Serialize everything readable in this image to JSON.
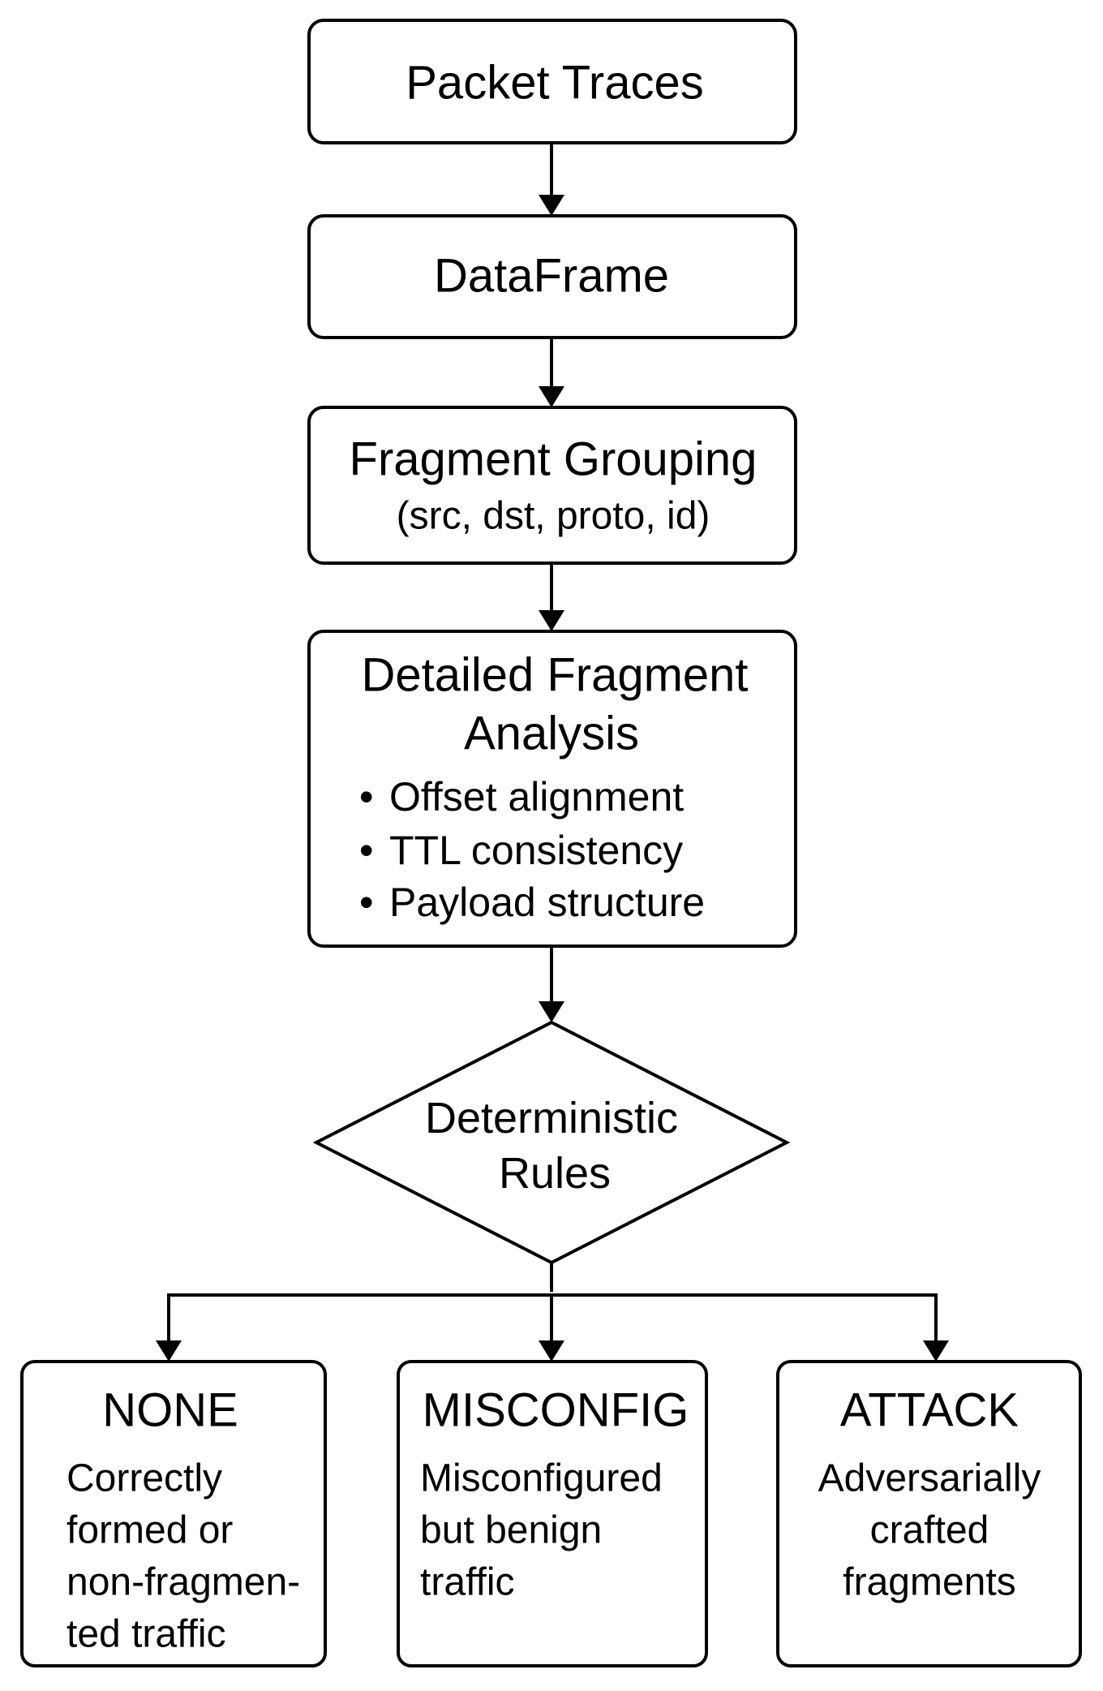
{
  "nodes": {
    "packet_traces": {
      "label": "Packet Traces"
    },
    "dataframe": {
      "label": "DataFrame"
    },
    "fragment_grouping": {
      "label": "Fragment Grouping",
      "sublabel": "(src, dst, proto, id)"
    },
    "fragment_analysis": {
      "label_lines": [
        "Detailed Fragment",
        "Analysis"
      ],
      "bullet_symbol": "•",
      "bullets": [
        "Offset alignment",
        "TTL consistency",
        "Payload structure"
      ]
    },
    "rules": {
      "label_lines": [
        "Deterministic",
        "Rules"
      ]
    }
  },
  "outcomes": [
    {
      "title": "NONE",
      "description_lines": [
        "Correctly",
        "formed or",
        "non-fragmen-",
        "ted traffic"
      ]
    },
    {
      "title": "MISCONFIG",
      "description_lines": [
        "Misconfigured",
        "but benign",
        "traffic"
      ]
    },
    {
      "title": "ATTACK",
      "description_lines": [
        "Adversarially",
        "crafted",
        "fragments"
      ]
    }
  ]
}
